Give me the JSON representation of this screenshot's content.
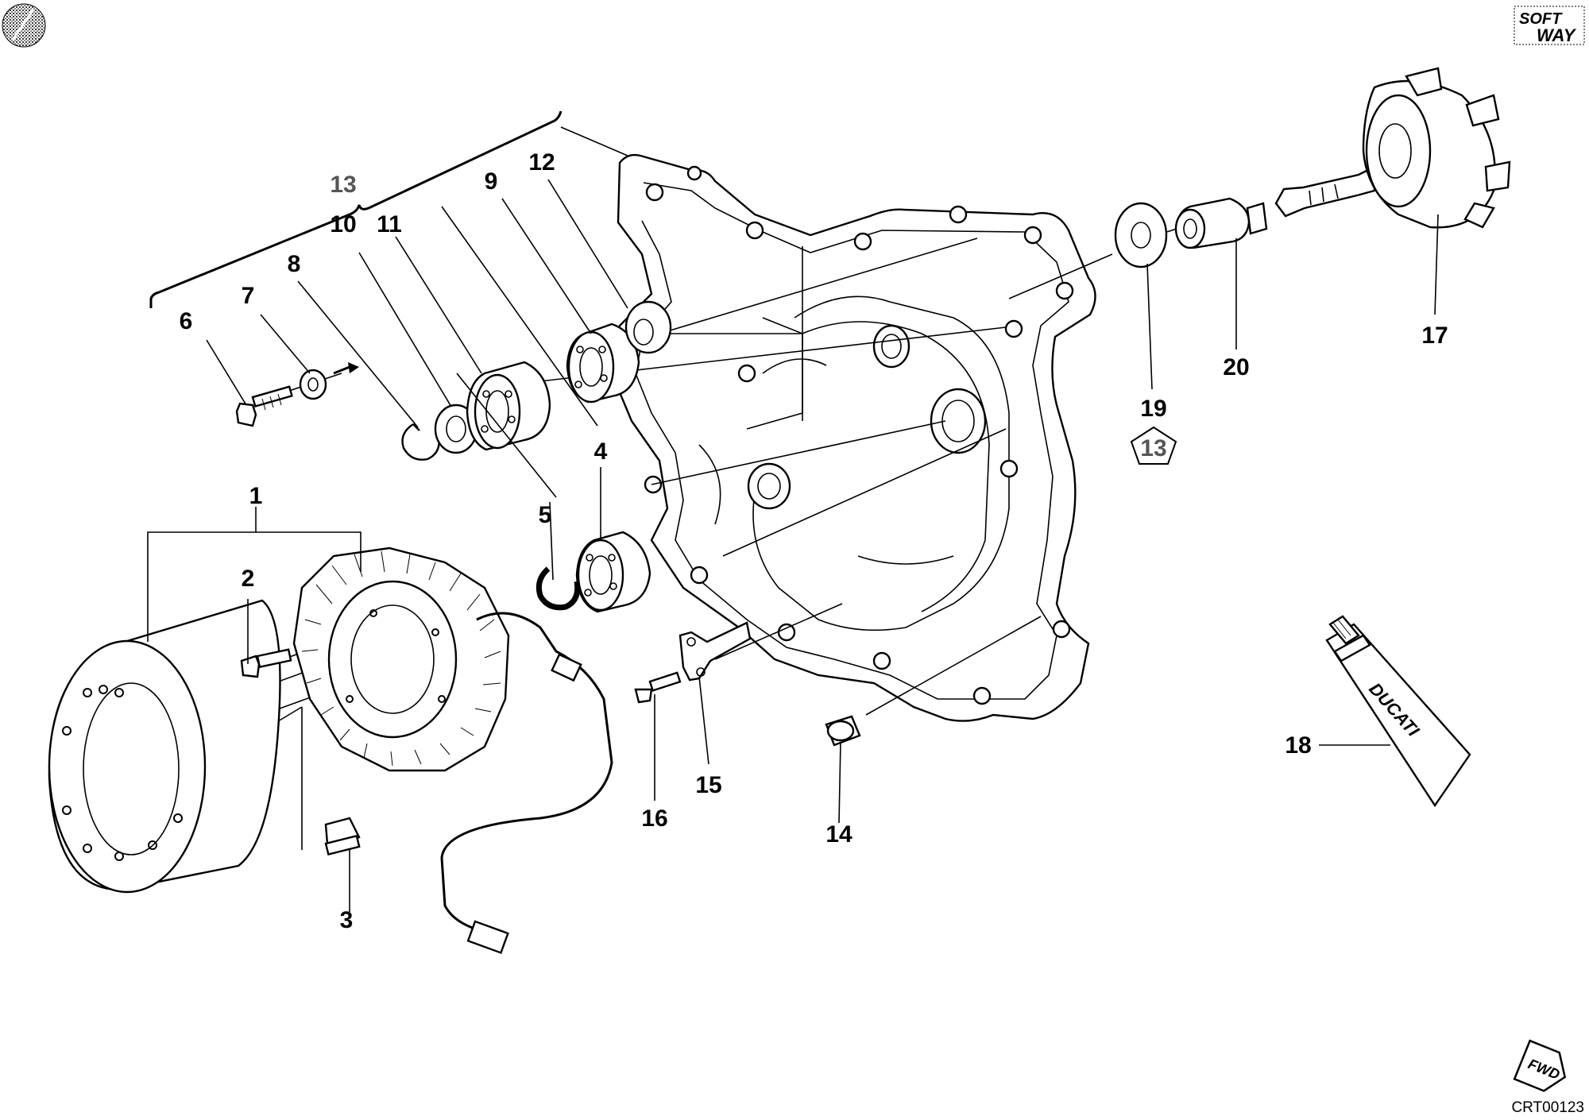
{
  "colors": {
    "ink": "#000000",
    "paper": "#ffffff",
    "group_label": "#555555"
  },
  "brand": {
    "line1": "SOFT",
    "line2": "WAY",
    "tube_label": "DUCATI",
    "fwd_label": "FWD"
  },
  "drawing_code": "CRT00123",
  "callouts": {
    "p1": "1",
    "p2": "2",
    "p3": "3",
    "p4": "4",
    "p5": "5",
    "p6": "6",
    "p7": "7",
    "p8": "8",
    "p9": "9",
    "p10": "10",
    "p11": "11",
    "p12": "12",
    "p13_group": "13",
    "p13_badge": "13",
    "p14": "14",
    "p15": "15",
    "p16": "16",
    "p17": "17",
    "p18": "18",
    "p19": "19",
    "p20": "20"
  },
  "icons": [
    "logo-disc-icon",
    "fwd-arrow-icon"
  ]
}
